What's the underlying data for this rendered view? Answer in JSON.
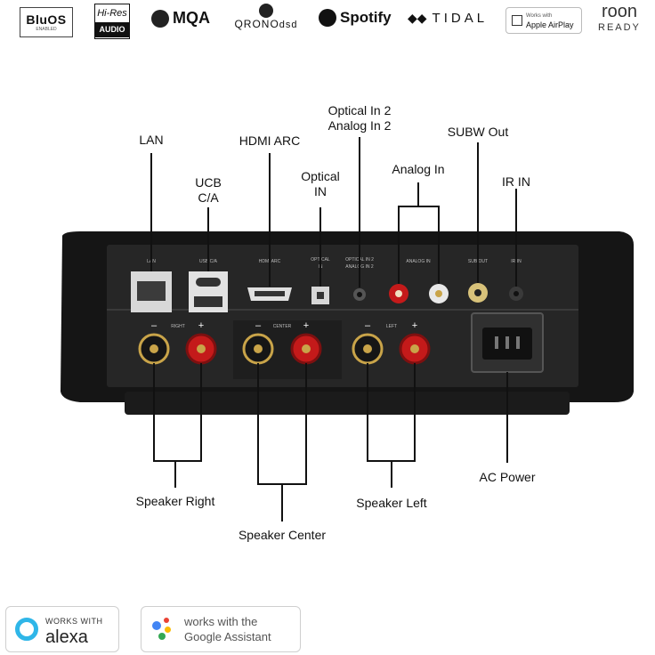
{
  "logos": {
    "bluos": {
      "main": "BluOS",
      "sub": "ENABLED"
    },
    "hires": {
      "top": "Hi-Res",
      "bottom": "AUDIO"
    },
    "mqa": "MQA",
    "qronodsd": {
      "main": "QRONO",
      "suffix": "dsd"
    },
    "spotify": "Spotify",
    "tidal": "TIDAL",
    "airplay": {
      "top": "Works with",
      "bottom": "Apple AirPlay"
    },
    "roon": {
      "top": "roon",
      "bottom": "READY"
    }
  },
  "callouts": {
    "lan": "LAN",
    "hdmi_arc": "HDMI ARC",
    "ucb_ca_line1": "UCB",
    "ucb_ca_line2": "C/A",
    "optical_in_line1": "Optical",
    "optical_in_line2": "IN",
    "optical_in2_line1": "Optical In 2",
    "optical_in2_line2": "Analog In 2",
    "subw_out": "SUBW Out",
    "analog_in": "Analog In",
    "ir_in": "IR IN",
    "speaker_right": "Speaker Right",
    "speaker_center": "Speaker Center",
    "speaker_left": "Speaker Left",
    "ac_power": "AC Power"
  },
  "panel_labels": {
    "lan": "LAN",
    "usb": "USB C/A",
    "hdmi": "HDMI ARC",
    "optical": "OPTICAL",
    "optical_in": "IN",
    "opt2": "OPTICAL IN 2",
    "ana2": "ANALOG IN 2",
    "analog": "ANALOG IN",
    "sub": "SUB OUT",
    "ir": "IR IN",
    "right": "RIGHT",
    "center": "CENTER",
    "left": "LEFT",
    "plus": "+",
    "minus": "–"
  },
  "badges": {
    "alexa": {
      "top": "WORKS WITH",
      "bottom": "alexa"
    },
    "google": {
      "top": "works with the",
      "bottom": "Google Assistant"
    }
  },
  "colors": {
    "device_body": "#151515",
    "panel": "#262626",
    "red_post": "#c41a1a",
    "gold": "#c9a449",
    "alexa_blue": "#2fb6e8",
    "spotify_green": "#1db954"
  }
}
